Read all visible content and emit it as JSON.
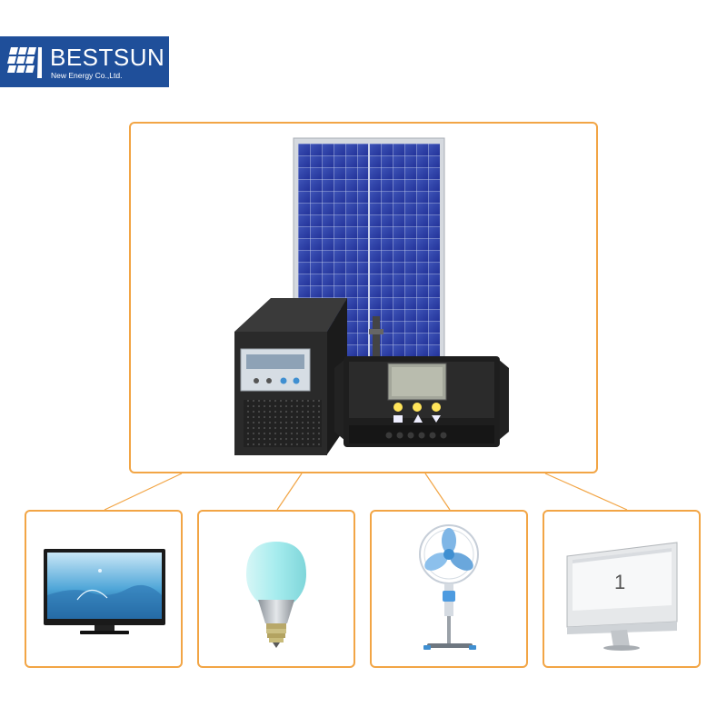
{
  "brand": {
    "name": "BESTSUN",
    "tagline": "New Energy Co.,Ltd.",
    "background_color": "#1f4f9a"
  },
  "accent_color": "#f2a545",
  "system": {
    "components": [
      "solar-panel-icon",
      "inverter-icon",
      "charge-controller-icon"
    ]
  },
  "appliances": [
    {
      "icon": "television-icon"
    },
    {
      "icon": "light-bulb-icon"
    },
    {
      "icon": "stand-fan-icon"
    },
    {
      "icon": "computer-monitor-icon",
      "screen_text": "1"
    }
  ]
}
